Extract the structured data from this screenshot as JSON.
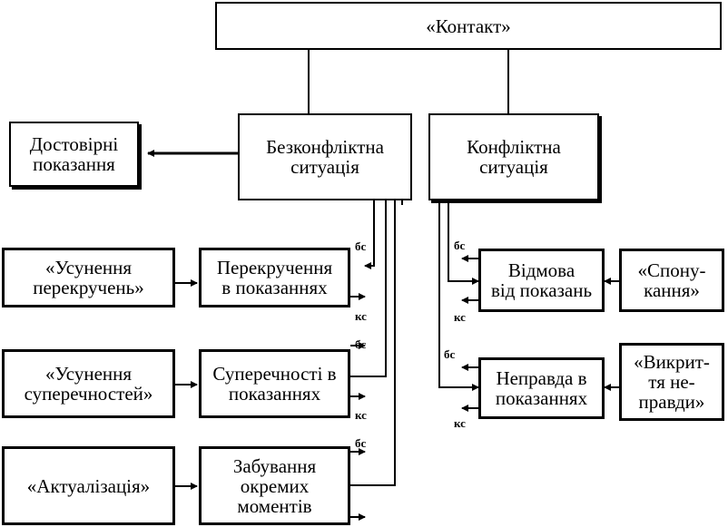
{
  "boxes": {
    "contact": "«Контакт»",
    "nonconflict": "Безконфліктна\nситуація",
    "conflict": "Конфліктна\nситуація",
    "reliable": "Достовірні\nпоказання",
    "distortion": "Перекручення\nв показаннях",
    "contradiction": "Суперечності в\nпоказаннях",
    "forgetting": "Забування\nокремих\nмоментів",
    "remove_distortion": "«Усунення\nперекручень»",
    "remove_contradiction": "«Усунення\nсуперечностей»",
    "actualization": "«Актуалізація»",
    "refusal": "Відмова\nвід показань",
    "untruth": "Неправда в\nпоказаннях",
    "motivation": "«Спону-\nкання»",
    "exposure": "«Викрит-\nтя не-\nправди»"
  },
  "labels": {
    "bs": "бс",
    "ks": "кс"
  },
  "colors": {
    "line": "#000000",
    "background": "#ffffff"
  }
}
